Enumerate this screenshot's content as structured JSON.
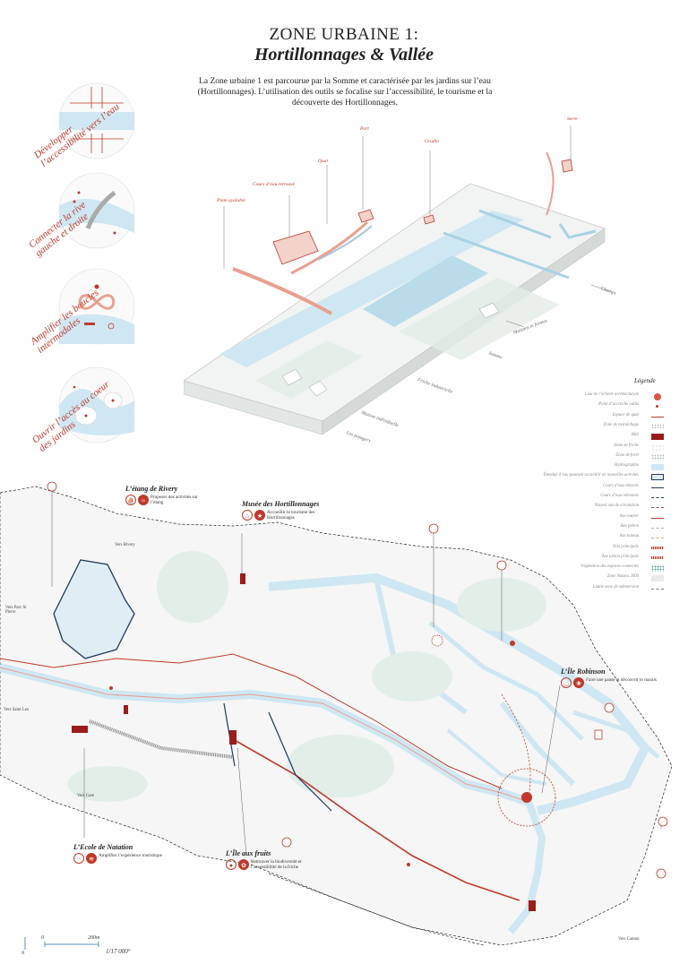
{
  "header": {
    "title_line1": "ZONE URBAINE 1:",
    "title_line2": "Hortillonnages & Vallée",
    "intro": "La Zone urbaine 1 est parcourue par la Somme et caractérisée par les jardins sur l’eau (Hortillonnages). L’utilisation des outils se focalise sur l’accessibilité, le tourisme et la découverte des Hortillonnages."
  },
  "strategies": [
    {
      "label": "Développer l’accessibilité vers l’eau"
    },
    {
      "label": "Connecter la rive gauche et droite"
    },
    {
      "label": "Amplifier les boucles intermodales"
    },
    {
      "label": "Ouvrir l’accès au coeur des jardins"
    }
  ],
  "axon_labels": {
    "red": [
      "Serre",
      "Port",
      "Grudin",
      "Quai",
      "Cours d’eau retrouvé",
      "Plate ayalable"
    ],
    "grey": [
      "Champs",
      "Maisons et fermes",
      "Somme",
      "Friche industrielle",
      "Maison individuelle",
      "Les potagers"
    ]
  },
  "legend": {
    "title": "Légende",
    "items": [
      "Lieu de l’échelle architecturale",
      "Point d’accroche outils",
      "Espace de quai",
      "Zone de maraîchage",
      "Bâti",
      "Zone de friche",
      "Zone de forêt",
      "Hydrographie",
      "Étendue d’eau pouvant accueillir de nouvelles activités",
      "Cours d’eau rénovés",
      "Cours d’eau retrouvés",
      "Nouvel axe de circulation",
      "Axe routier",
      "Axe piéton",
      "Axe bateau",
      "Voie principale",
      "Axe piéton principale",
      "Végétation des espaces connectés",
      "Zone Natura 2000",
      "Limite zone de submersion"
    ]
  },
  "sites": [
    {
      "title": "L’étang de Rivery",
      "desc": "Proposer des activités sur l’étang"
    },
    {
      "title": "Musée des Hortillonnages",
      "desc": "Accueillir le tourisme des Hortillonnages"
    },
    {
      "title": "L’Île Robinson",
      "desc": "Faire une pause et découvrir le marais"
    },
    {
      "title": "L’Ecole de Natation",
      "desc": "Amplifier l’expérience touristique"
    },
    {
      "title": "L’Île aux fruits",
      "desc": "Retrouver la biodiversité et l’accessibilité de la friche"
    }
  ],
  "map_labels": {
    "rivery": "Vers Rivery",
    "parc": "Vers Parc St Pierre",
    "saint_leu": "Vers Saint Leu",
    "gare": "Vers Gare",
    "camon": "Vers Camon"
  },
  "scale": {
    "zero": "0",
    "km": "200m",
    "ratio": "1/17 000°",
    "north": "N"
  },
  "colors": {
    "accent": "#c0392b",
    "water": "#cfe7f2",
    "teal": "#2f8f8a",
    "navy": "#1f3a5f"
  }
}
